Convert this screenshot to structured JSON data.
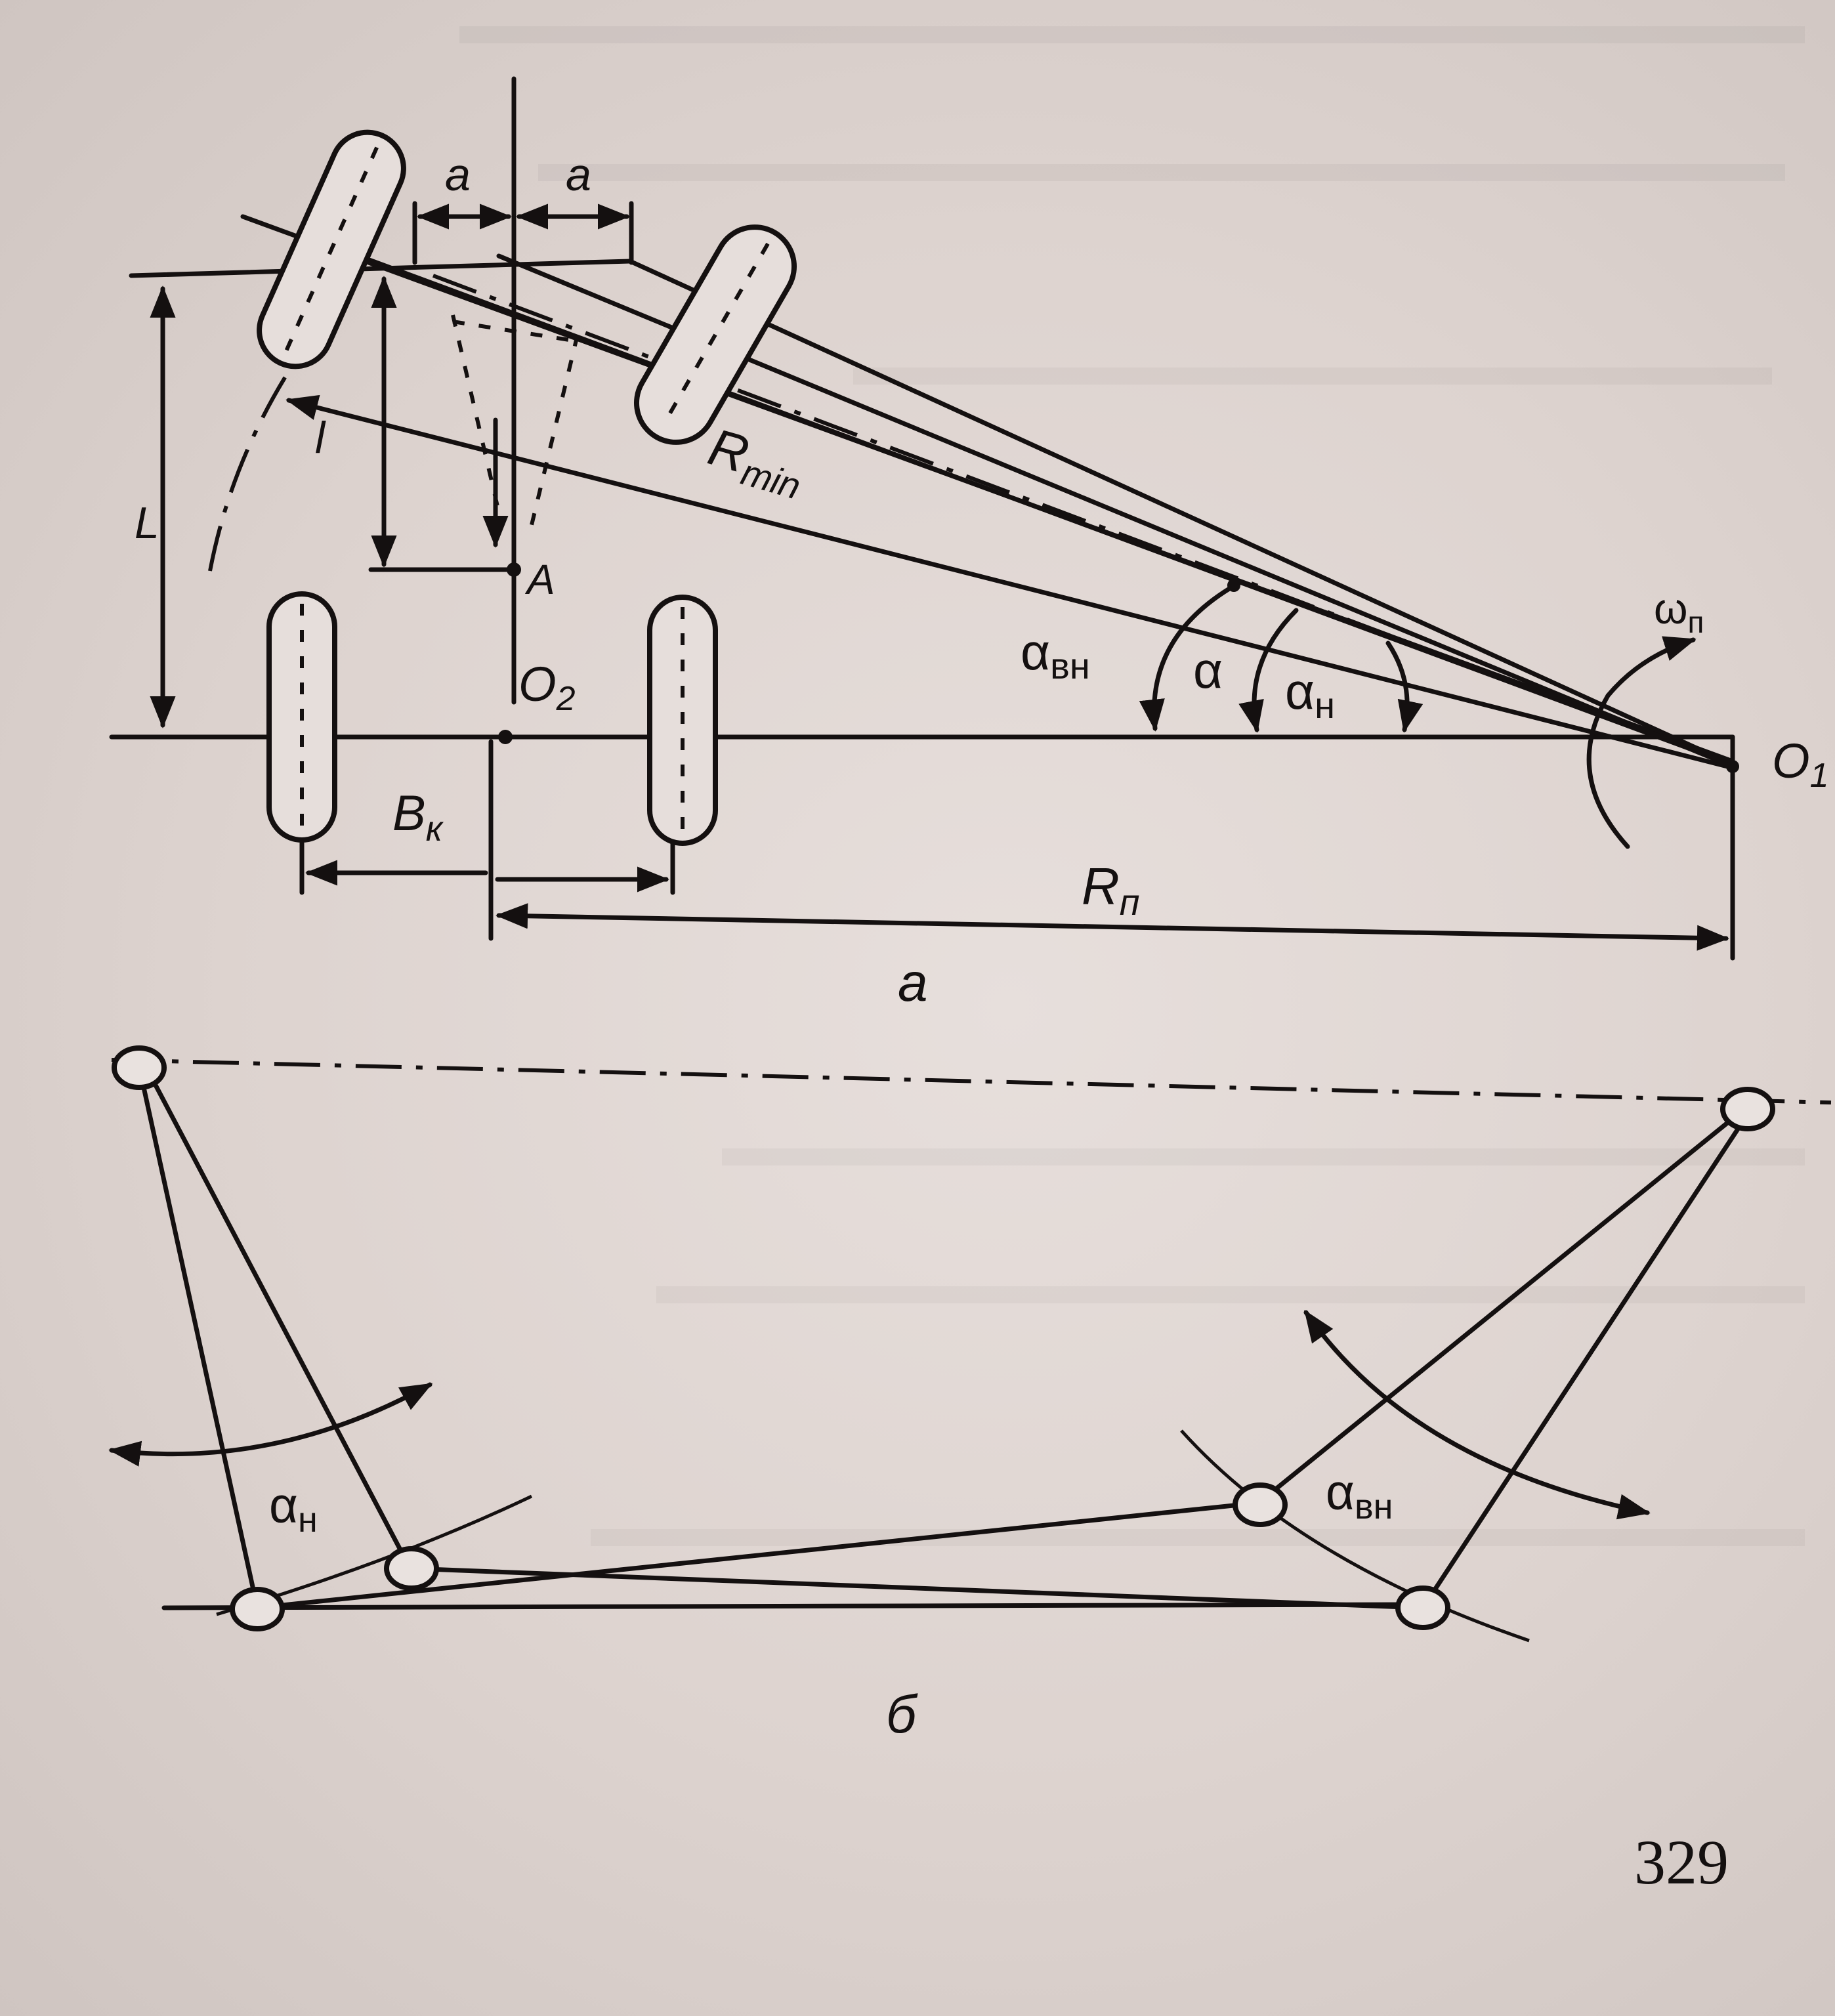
{
  "labels": {
    "dim_a_left": "a",
    "dim_a_right": "a",
    "wheelbase_L": "L",
    "distance_l": "l",
    "point_A": "A",
    "point_O2": "O",
    "point_O2_sub": "2",
    "point_O1": "O",
    "point_O1_sub": "1",
    "radius_min": "R",
    "radius_min_sub": "min",
    "radius_p": "R",
    "radius_p_sub": "п",
    "track_B": "B",
    "track_B_sub": "к",
    "omega": "ω",
    "omega_sub": "п",
    "alpha_inner": "α",
    "alpha_inner_sub": "вн",
    "alpha": "α",
    "alpha_outer": "α",
    "alpha_outer_sub": "н",
    "caption_a": "а",
    "alpha_outer_b": "α",
    "alpha_outer_b_sub": "н",
    "alpha_inner_b": "α",
    "alpha_inner_b_sub": "вн",
    "caption_b": "б",
    "page_number": "329"
  }
}
